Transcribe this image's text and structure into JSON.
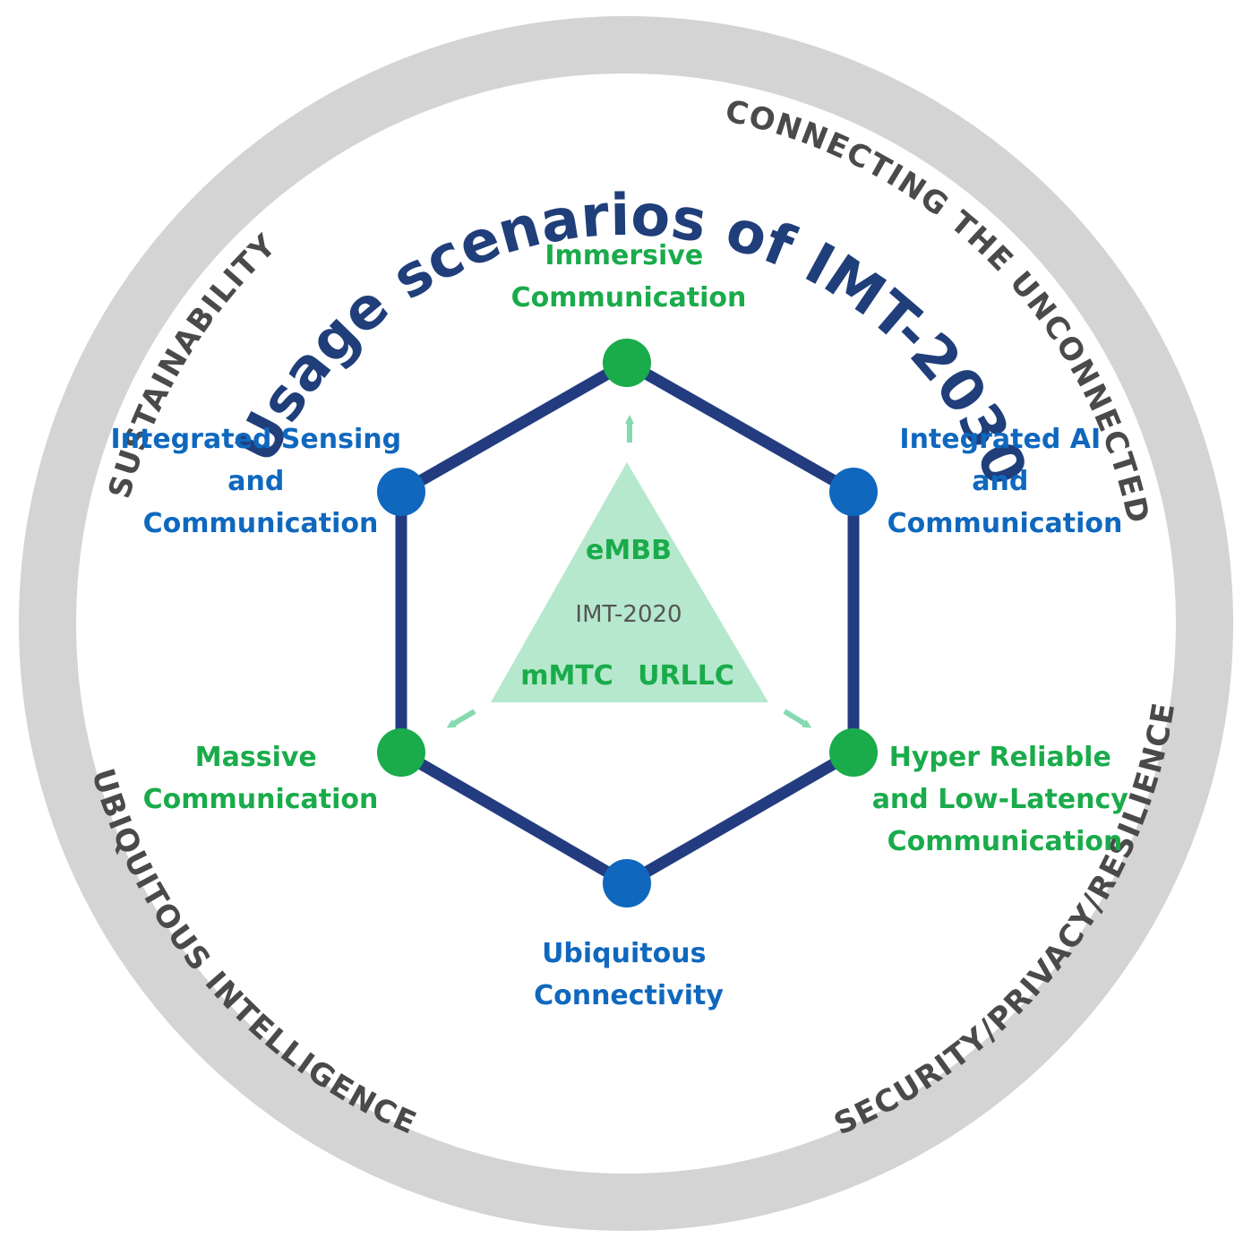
{
  "title": "Usage scenarios of IMT-2030",
  "ring": {
    "top_left": "SUSTAINABILITY",
    "top_right": "CONNECTING THE UNCONNECTED",
    "bottom_left": "UBIQUITOUS INTELLIGENCE",
    "bottom_right": "SECURITY/PRIVACY/RESILIENCE"
  },
  "nodes": {
    "top": {
      "line1": "Immersive",
      "line2": "Communication"
    },
    "upper_left": {
      "line1": "Integrated Sensing",
      "line2": "and",
      "line3": "Communication"
    },
    "upper_right": {
      "line1": "Integrated AI",
      "line2": "and",
      "line3": "Communication"
    },
    "lower_left": {
      "line1": "Massive",
      "line2": "Communication"
    },
    "lower_right": {
      "line1": "Hyper Reliable",
      "line2": "and Low-Latency",
      "line3": "Communication"
    },
    "bottom": {
      "line1": "Ubiquitous",
      "line2": "Connectivity"
    }
  },
  "triangle": {
    "top": "eMBB",
    "center": "IMT-2020",
    "bottom_left": "mMTC",
    "bottom_right": "URLLC"
  },
  "colors": {
    "ring": "#d4d4d4",
    "ring_text": "#4a4a4a",
    "title": "#1f3e7a",
    "hexagon": "#233c80",
    "green": "#1aab4b",
    "blue": "#0f68be",
    "triangle_fill": "#b5e8cc",
    "arrow": "#86dab0",
    "imt2020_text": "#555555"
  }
}
